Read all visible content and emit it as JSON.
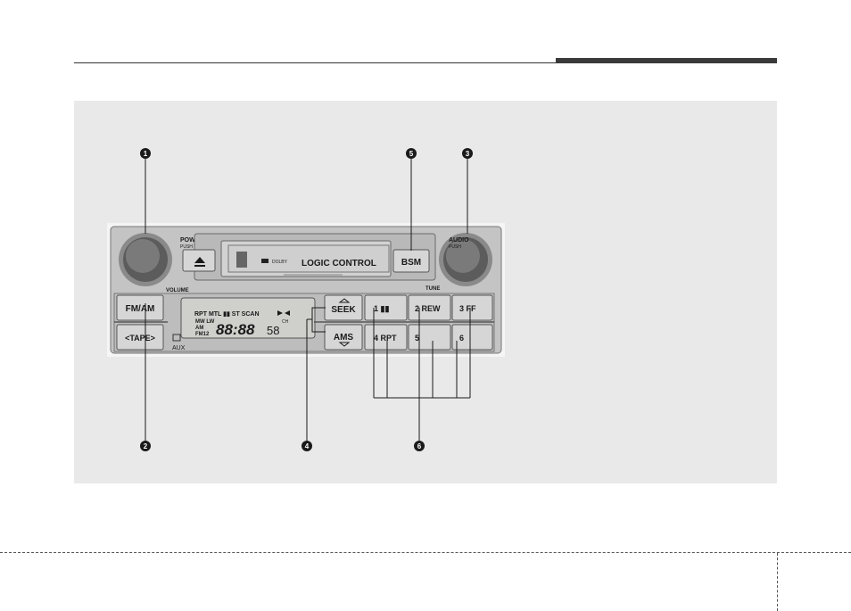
{
  "callouts": [
    "1",
    "2",
    "3",
    "4",
    "5",
    "6"
  ],
  "radio": {
    "power_label": "POWER",
    "power_push": "PUSH",
    "volume_label": "VOLUME",
    "audio_label": "AUDIO",
    "audio_push": "PUSH",
    "tune_label": "TUNE",
    "cassette_label": "LOGIC CONTROL",
    "dolby_label": "DOLBY",
    "bsm": "BSM",
    "fm_am": "FM/AM",
    "tape": "<TAPE>",
    "aux": "AUX",
    "seek": "SEEK",
    "ams": "AMS",
    "display": {
      "line1": "RPT  MTL  ▮▮  ST  SCAN",
      "mwlw": "MW LW",
      "am": "AM",
      "fm12": "FM12",
      "digits": "88:88",
      "ch_digits": "58",
      "ch": "CH"
    },
    "presets": [
      "1  ▮▮",
      "2 REW",
      "3  FF",
      "4  RPT",
      "5",
      "6"
    ]
  },
  "colors": {
    "panel_bg": "#e9e9e9",
    "radio_body": "#c9c9c9",
    "button_face": "#d6d6d6",
    "text_dark": "#1a1a1a"
  }
}
